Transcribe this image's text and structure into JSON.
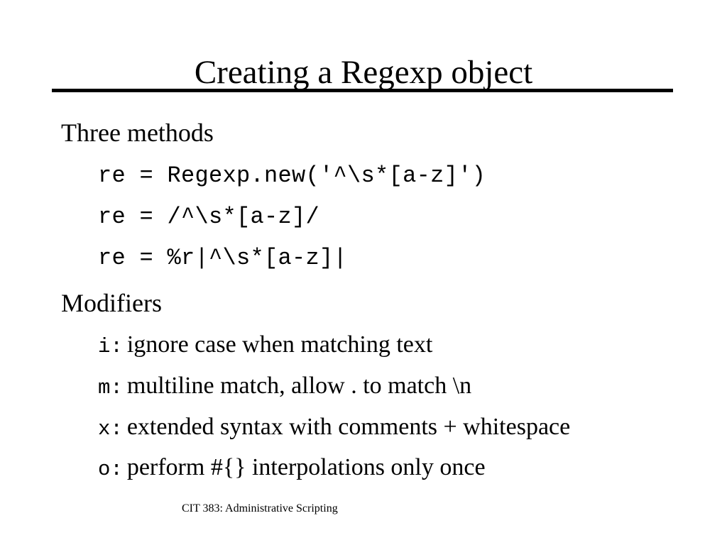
{
  "slide": {
    "title": "Creating a Regexp object",
    "footer": "CIT 383: Administrative Scripting",
    "background_color": "#ffffff",
    "text_color": "#000000",
    "rule_color": "#000000"
  },
  "sections": {
    "methods": {
      "heading": "Three methods",
      "code_lines": [
        "re = Regexp.new('^\\s*[a-z]')",
        "re = /^\\s*[a-z]/",
        "re = %r|^\\s*[a-z]|"
      ]
    },
    "modifiers": {
      "heading": "Modifiers",
      "items": [
        {
          "key": "i:",
          "description": "ignore case when matching text"
        },
        {
          "key": "m:",
          "description": "multiline match, allow . to match \\n"
        },
        {
          "key": "x:",
          "description": "extended syntax with comments + whitespace"
        },
        {
          "key": "o:",
          "description": "perform #{} interpolations only once"
        }
      ]
    }
  }
}
